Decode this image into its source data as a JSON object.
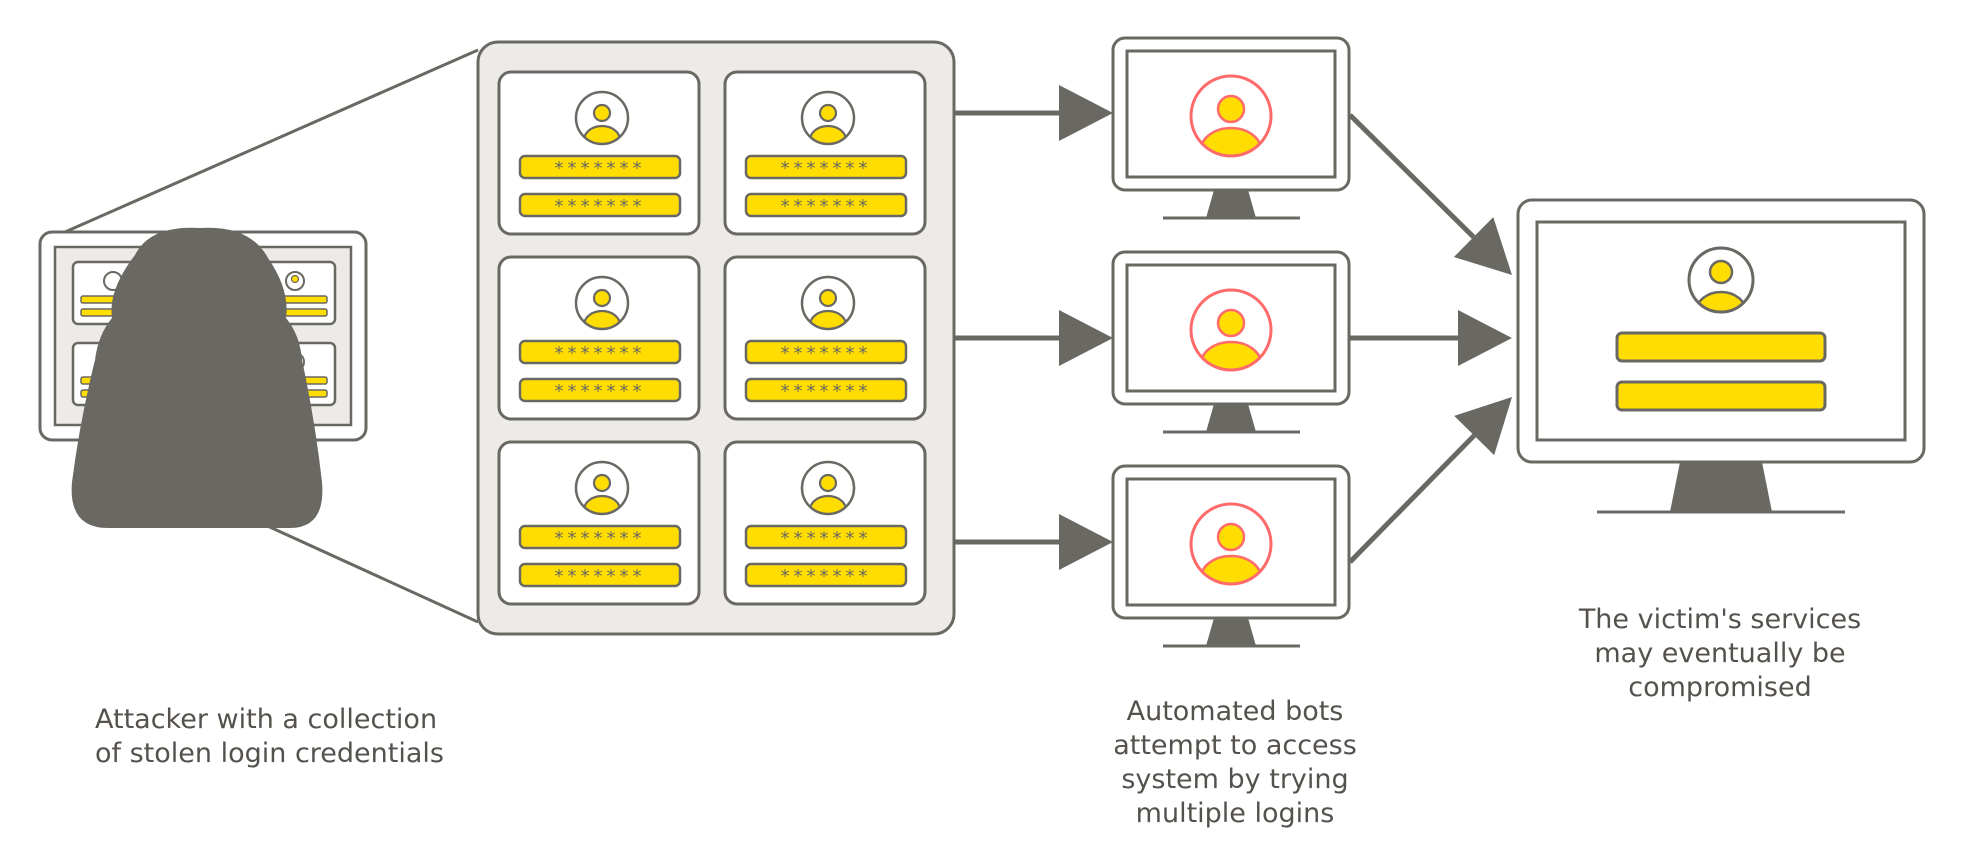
{
  "captions": {
    "attacker": "Attacker with a collection\nof stolen login credentials",
    "bots": "Automated bots\nattempt to access\nsystem by trying\nmultiple logins",
    "victim": "The victim's services\nmay eventually be\ncompromised"
  },
  "password_mask": "*******",
  "colors": {
    "stroke": "#6a6863",
    "panel_fill": "#edebe7",
    "yellow": "#ffdd00",
    "bot_ring": "#ff6b6b",
    "attacker": "#6a6863",
    "text": "#55524d"
  },
  "icons": {
    "attacker": "hooded-attacker-icon",
    "credential_user": "user-avatar-icon",
    "bot_user": "bot-user-icon",
    "monitor": "monitor-icon",
    "arrow": "arrow-right-icon"
  }
}
